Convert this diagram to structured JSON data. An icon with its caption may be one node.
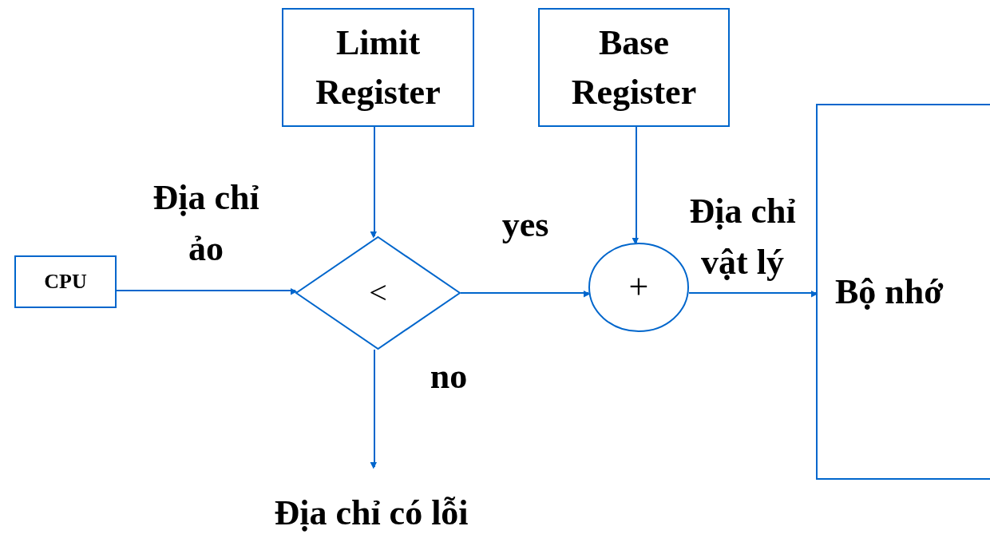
{
  "diagram": {
    "nodes": [
      {
        "text": [
          "Limit Register"
        ]
      },
      {
        "text": [
          "Base Register"
        ]
      },
      {
        "text": [
          "CPU"
        ]
      },
      {
        "text": [
          "<"
        ]
      },
      {
        "text": [
          "+"
        ]
      },
      {
        "text": [
          "Bộ nhớ"
        ]
      },
      {
        "text": [
          "Địa chỉ có lỗi"
        ]
      }
    ],
    "edges": [
      {
        "from": 0,
        "to": 3,
        "arrow": "to"
      },
      {
        "from": 1,
        "to": 4,
        "arrow": "to"
      },
      {
        "from": 2,
        "to": 3,
        "arrow": "to",
        "label": "Địa chỉ ảo"
      },
      {
        "from": 3,
        "to": 4,
        "arrow": "to",
        "label": "yes"
      },
      {
        "from": 4,
        "to": 5,
        "arrow": "to",
        "label": "Địa chỉ vật lý"
      },
      {
        "from": 3,
        "to": 6,
        "arrow": "to",
        "label": "no"
      }
    ]
  }
}
